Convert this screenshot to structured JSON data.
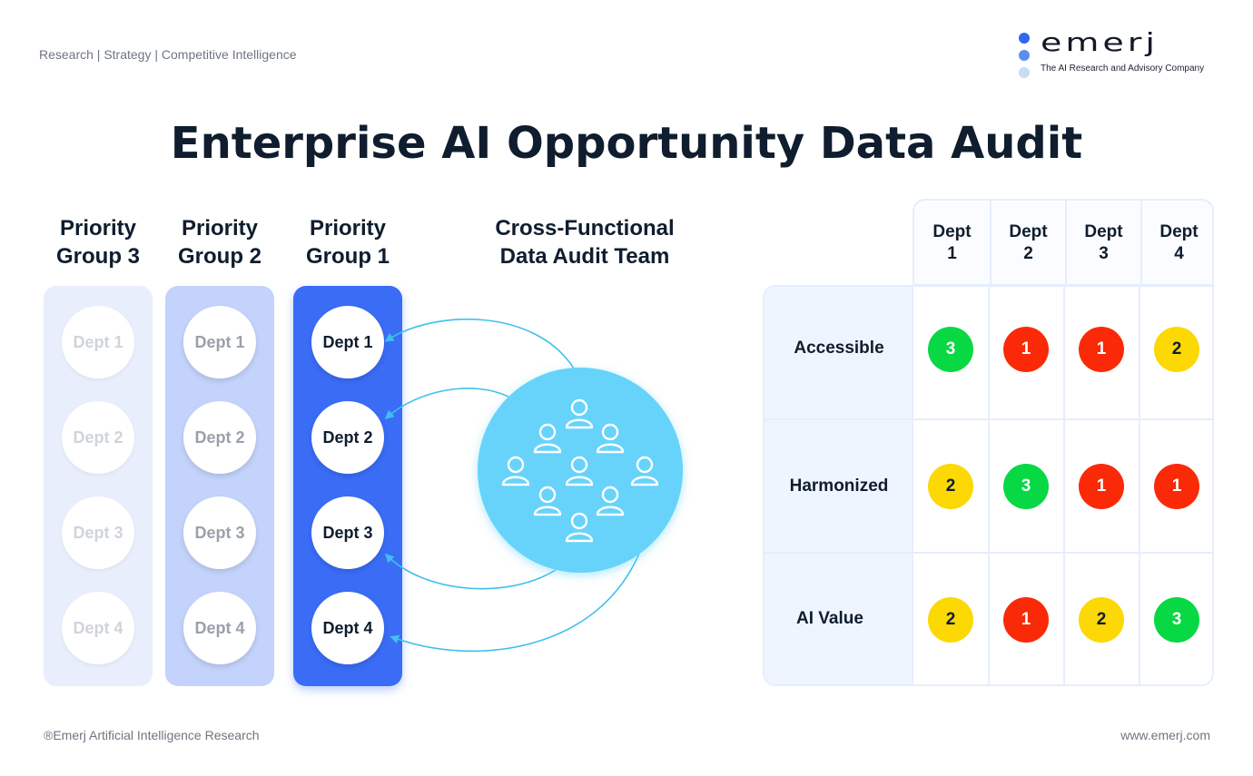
{
  "header": {
    "tagline": "Research | Strategy | Competitive Intelligence",
    "logo": {
      "wordmark": "emerj",
      "subtitle": "The AI Research and Advisory Company",
      "dot_colors": [
        "#2f66f4",
        "#5a90ec",
        "#c8dcf4"
      ]
    }
  },
  "title": "Enterprise AI Opportunity Data Audit",
  "priority_groups": [
    {
      "heading_line1": "Priority",
      "heading_line2": "Group 3",
      "departments": [
        "Dept 1",
        "Dept 2",
        "Dept 3",
        "Dept 4"
      ],
      "background": "#e9eefc",
      "state": "faded"
    },
    {
      "heading_line1": "Priority",
      "heading_line2": "Group 2",
      "departments": [
        "Dept 1",
        "Dept 2",
        "Dept 3",
        "Dept 4"
      ],
      "background": "#c4d3fb",
      "state": "muted"
    },
    {
      "heading_line1": "Priority",
      "heading_line2": "Group 1",
      "departments": [
        "Dept 1",
        "Dept 2",
        "Dept 3",
        "Dept 4"
      ],
      "background": "#3a6cf6",
      "state": "active"
    }
  ],
  "team": {
    "heading_line1": "Cross-Functional",
    "heading_line2": "Data Audit Team",
    "member_icon": "person-icon",
    "member_count": 9,
    "circle_color": "#67d3fa",
    "arrow_color": "#3ec0ec",
    "arrows_to": [
      "Dept 1",
      "Dept 2",
      "Dept 3",
      "Dept 4"
    ]
  },
  "scorecard": {
    "columns": [
      {
        "line1": "Dept",
        "line2": "1"
      },
      {
        "line1": "Dept",
        "line2": "2"
      },
      {
        "line1": "Dept",
        "line2": "3"
      },
      {
        "line1": "Dept",
        "line2": "4"
      }
    ],
    "rows": [
      {
        "label": "Accessible",
        "scores": [
          3,
          1,
          1,
          2
        ]
      },
      {
        "label": "Harmonized",
        "scores": [
          2,
          3,
          1,
          1
        ]
      },
      {
        "label": "AI Value",
        "scores": [
          2,
          1,
          2,
          3
        ]
      }
    ],
    "score_colors": {
      "1": {
        "bg": "#fa2a08",
        "fg": "#ffffff"
      },
      "2": {
        "bg": "#fcd804",
        "fg": "#0f1d2e"
      },
      "3": {
        "bg": "#08d844",
        "fg": "#ffffff"
      }
    }
  },
  "footer": {
    "copyright": "®Emerj Artificial Intelligence Research",
    "website": "www.emerj.com"
  }
}
